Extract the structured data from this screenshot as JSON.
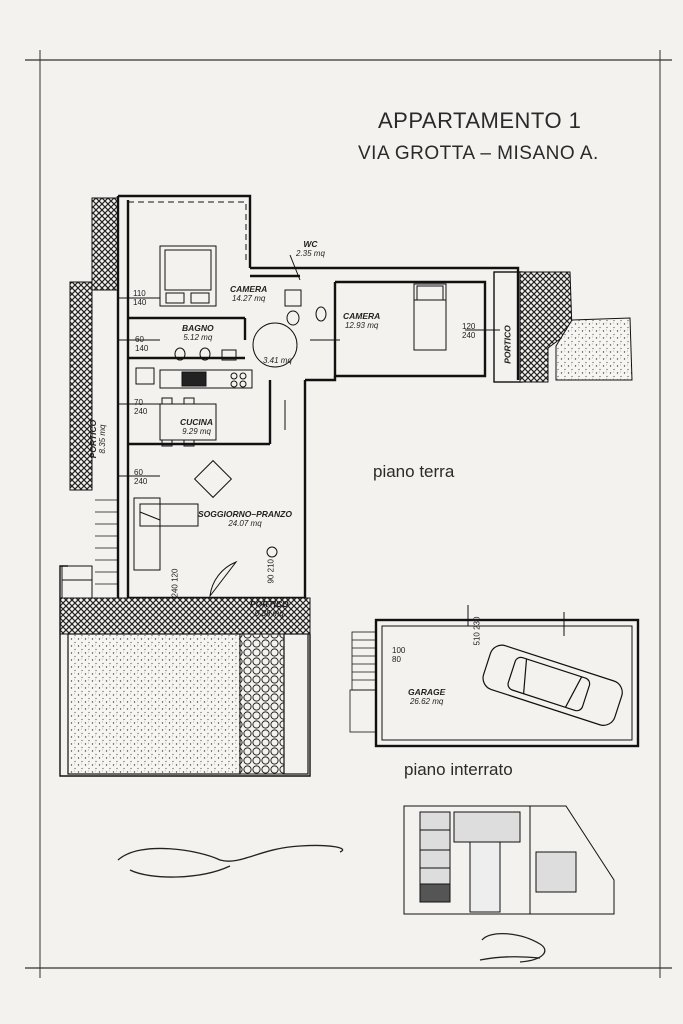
{
  "header": {
    "title": "APPARTAMENTO 1",
    "subtitle": "VIA GROTTA – MISANO A."
  },
  "floors": {
    "ground": "piano terra",
    "basement": "piano interrato"
  },
  "rooms": {
    "camera_1": {
      "name": "CAMERA",
      "area": "14.27 mq"
    },
    "wc": {
      "name": "WC",
      "area": "2.35 mq"
    },
    "camera_2": {
      "name": "CAMERA",
      "area": "12.93 mq"
    },
    "bagno": {
      "name": "BAGNO",
      "area": "5.12 mq"
    },
    "disimpegno": {
      "area": "3.41 mq"
    },
    "cucina": {
      "name": "CUCINA",
      "area": "9.29 mq"
    },
    "soggiorno": {
      "name": "SOGGIORNO–PRANZO",
      "area": "24.07 mq"
    },
    "portico_left": {
      "name": "PORTICO",
      "area": "8.35 mq"
    },
    "portico_bottom": {
      "name": "PORTICO",
      "area": "0.88 mq"
    },
    "portico_right": {
      "name": "PORTICO"
    },
    "garage": {
      "name": "GARAGE",
      "area": "26.62 mq"
    }
  },
  "openings": {
    "camera_1": [
      "110",
      "140"
    ],
    "bagno": [
      "60",
      "140"
    ],
    "cucina": [
      "70",
      "240"
    ],
    "soggiorno": [
      "60",
      "240"
    ],
    "camera_2": [
      "120",
      "240"
    ],
    "entry_door": [
      "240",
      "120"
    ],
    "front_door": [
      "90",
      "210"
    ],
    "garage_window": [
      "100",
      "80"
    ],
    "garage_door": [
      "510",
      "230"
    ]
  },
  "colors": {
    "ink": "#1a1a1a",
    "paper": "#f4f2ee"
  }
}
